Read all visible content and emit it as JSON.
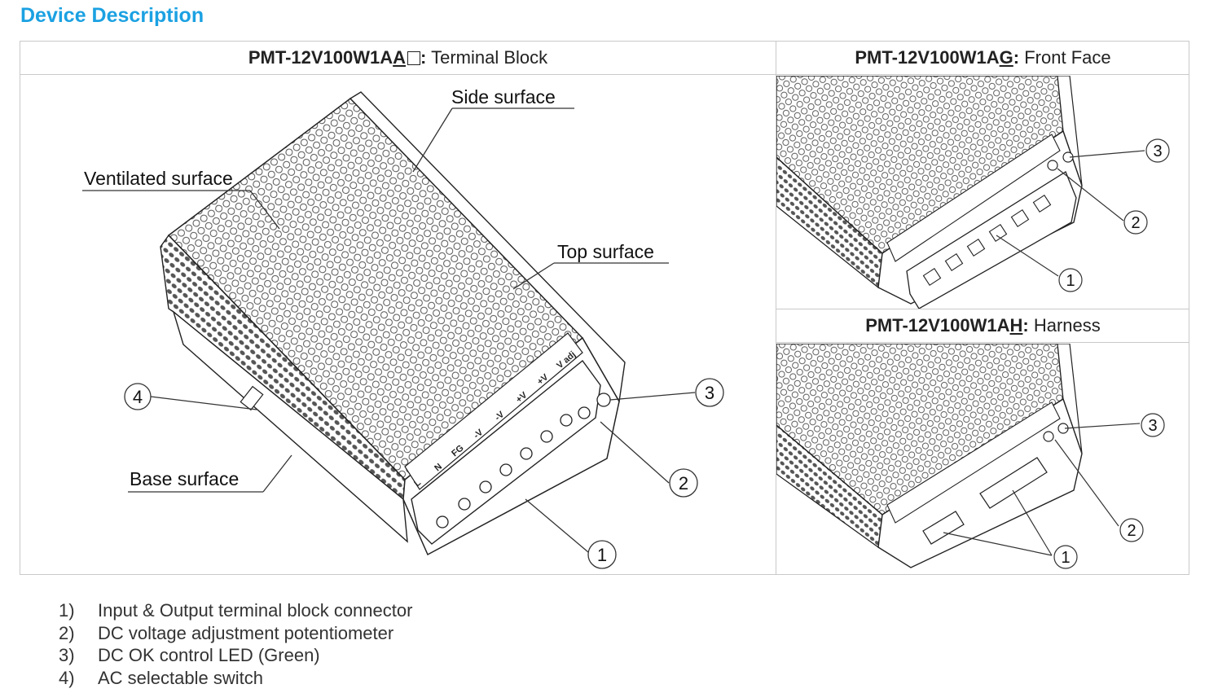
{
  "section_title": "Device Description",
  "panels": {
    "terminal_block": {
      "model_prefix": "PMT-12V100W1A",
      "model_letter": "A",
      "colon": ":",
      "type_label": " Terminal Block",
      "callouts": {
        "side_surface": "Side surface",
        "ventilated_surface": "Ventilated surface",
        "top_surface": "Top surface",
        "base_surface": "Base surface",
        "n1": "1",
        "n2": "2",
        "n3": "3",
        "n4": "4"
      },
      "device_marks": [
        "L",
        "N",
        "FG",
        "-V",
        "-V",
        "+V",
        "+V",
        "V adj"
      ]
    },
    "front_face": {
      "model_prefix": "PMT-12V100W1A",
      "model_letter": "G",
      "colon": ":",
      "type_label": " Front Face",
      "callouts": {
        "n1": "1",
        "n2": "2",
        "n3": "3"
      }
    },
    "harness": {
      "model_prefix": "PMT-12V100W1A",
      "model_letter": "H",
      "colon": ":",
      "type_label": " Harness",
      "callouts": {
        "n1": "1",
        "n2": "2",
        "n3": "3"
      }
    }
  },
  "legend": [
    {
      "num": "1)",
      "text": "Input & Output terminal block connector"
    },
    {
      "num": "2)",
      "text": "DC voltage adjustment potentiometer"
    },
    {
      "num": "3)",
      "text": "DC OK control LED (Green)"
    },
    {
      "num": "4)",
      "text": "AC selectable switch"
    }
  ]
}
